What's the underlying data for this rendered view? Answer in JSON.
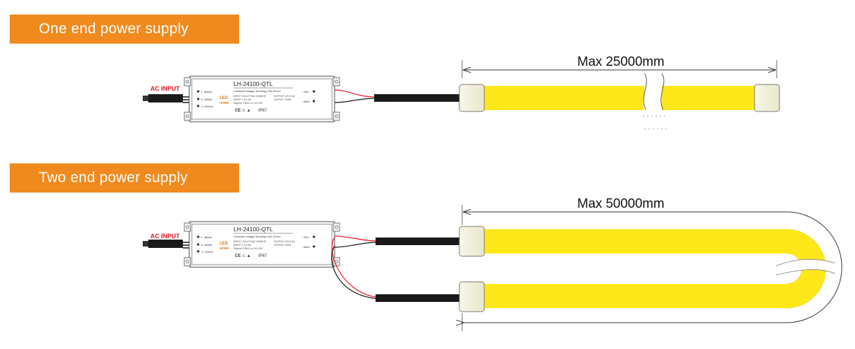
{
  "colors": {
    "banner": "#f08a1e",
    "strip": "#ffe81a",
    "end_cap": "#f4f2dc",
    "driver_body": "#f1f1f1",
    "wire_red": "#e8141e",
    "wire_black": "#111111",
    "ac_input_text": "#e8141e"
  },
  "sections": [
    {
      "banner_label": "One end power supply",
      "dimension_label": "Max 25000mm"
    },
    {
      "banner_label": "Two end power supply",
      "dimension_label": "Max 50000mm"
    }
  ],
  "driver": {
    "ac_input_label": "AC INPUT",
    "model": "LH-24100-QTL",
    "brand_led": "LED",
    "brand_home": "HOME",
    "title": "Constant Voltage Dimming LED Driver",
    "spec_left_1": "INPUT 100-277VAC 50/60HZ",
    "spec_left_2": "INPUT 1.0-0.5A",
    "spec_left_3": "Support TRIAC or 0/1-10V",
    "spec_right_1": "OUTPUT 12V 8.3A",
    "spec_right_2": "OUTPUT 100W",
    "terminal_l": "L",
    "terminal_l_color": "(Black)",
    "terminal_n": "N",
    "terminal_n_color": "(White)",
    "terminal_g": "⏚",
    "terminal_g_color": "(Green)",
    "out_plus": "+ Red",
    "out_minus": "- Black",
    "cert_marks": "CE ⚠ ▲",
    "ip_rating": "IP67"
  }
}
